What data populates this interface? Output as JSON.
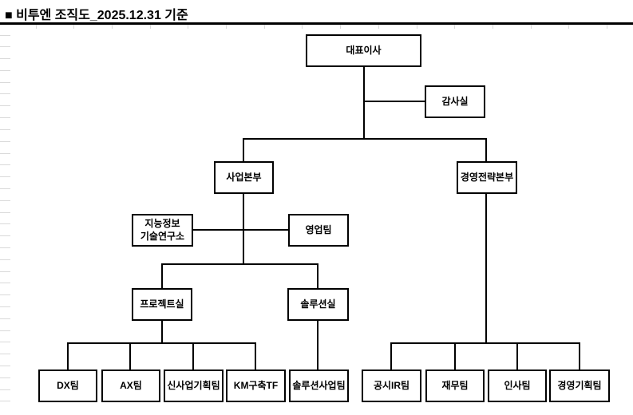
{
  "title": "■ 비투엔 조직도_2025.12.31 기준",
  "org": {
    "nodes": {
      "ceo": "대표이사",
      "audit_office": "감사실",
      "business_hq": "사업본부",
      "mgmt_strategy_hq": "경영전략본부",
      "intelligent_info_tech_research_institute": "지능정보\n기술연구소",
      "sales_team": "영업팀",
      "project_office": "프로젝트실",
      "solution_office": "솔루션실",
      "dx_team": "DX팀",
      "ax_team": "AX팀",
      "new_business_planning_team": "신사업기획팀",
      "km_build_tf": "KM구축TF",
      "solution_business_team": "솔루션사업팀",
      "disclosure_ir_team": "공시IR팀",
      "finance_team": "재무팀",
      "hr_team": "인사팀",
      "management_planning_team": "경영기획팀"
    }
  },
  "colors": {
    "background": "#ffffff",
    "line": "#000000",
    "box_border": "#000000",
    "box_fill": "#ffffff",
    "gridline_stub": "#d9d9d9"
  }
}
